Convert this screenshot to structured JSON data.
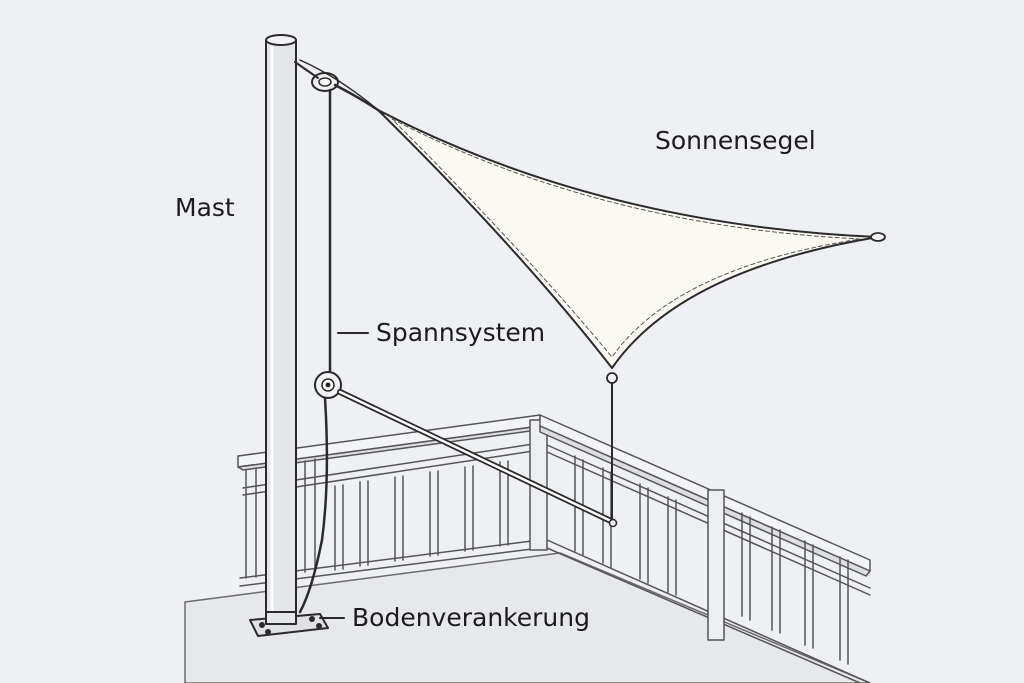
{
  "diagram": {
    "labels": {
      "mast": "Mast",
      "sail": "Sonnensegel",
      "tension_system": "Spannsystem",
      "ground_anchor": "Bodenverankerung"
    },
    "colors": {
      "background": "#eef0f4",
      "line": "#2a2a2a",
      "sail_fill": "#fbf9f2",
      "mast_fill": "#e4e6ea",
      "floor": "#e6e8ec"
    }
  }
}
